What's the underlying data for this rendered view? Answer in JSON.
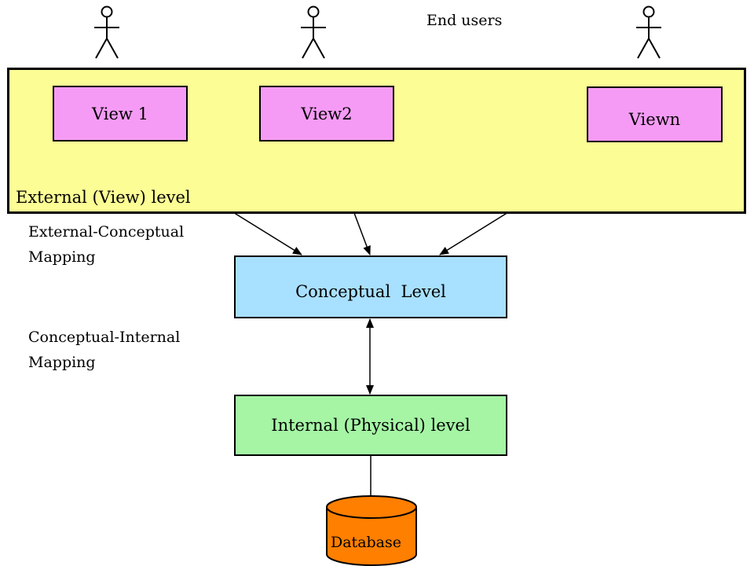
{
  "title": "End users",
  "colors": {
    "external": "#fdfd96",
    "view": "#f59bf5",
    "conceptual": "#a8e0ff",
    "internal": "#a5f5a5",
    "database": "#ff7f00"
  },
  "actors": [
    {
      "icon": "stick-figure-icon"
    },
    {
      "icon": "stick-figure-icon"
    },
    {
      "icon": "stick-figure-icon"
    }
  ],
  "external_level": {
    "label": "External (View) level",
    "views": [
      "View 1",
      "View2",
      "Viewn"
    ]
  },
  "mappings": {
    "external_conceptual": [
      "External-Conceptual",
      "Mapping"
    ],
    "conceptual_internal": [
      "Conceptual-Internal",
      "Mapping"
    ]
  },
  "conceptual_level": {
    "label": "Conceptual  Level"
  },
  "internal_level": {
    "label": "Internal (Physical) level"
  },
  "database": {
    "label": "Database",
    "icon": "database-cylinder-icon"
  }
}
